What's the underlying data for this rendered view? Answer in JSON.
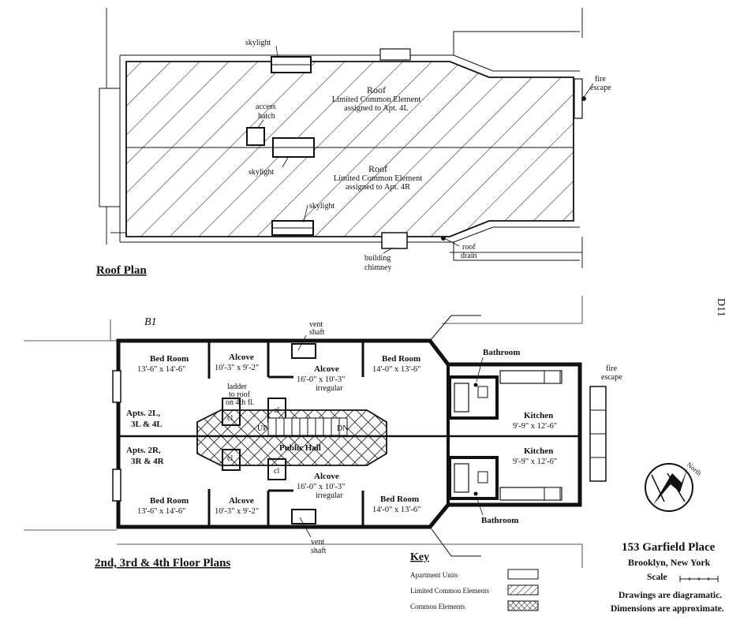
{
  "roof": {
    "title": "Roof Plan",
    "skylight_top": "skylight",
    "access_hatch_1": "access",
    "access_hatch_2": "hatch",
    "skylight_mid": "skylight",
    "skylight_low": "skylight",
    "roof_4l": [
      "Roof",
      "Limited Common Element",
      "assigned to Apt. 4L"
    ],
    "roof_4r": [
      "Roof",
      "Limited Common Element",
      "assigned to Apt. 4R"
    ],
    "fire_escape": [
      "fire",
      "escape"
    ],
    "building_chimney": [
      "building",
      "chimney"
    ],
    "roof_drain": [
      "roof",
      "drain"
    ]
  },
  "floors": {
    "title": "2nd, 3rd & 4th Floor Plans",
    "handwriting": "B1",
    "vent_top": [
      "vent",
      "shaft"
    ],
    "vent_bottom": [
      "vent",
      "shaft"
    ],
    "apts_left": [
      "Apts. 2L,",
      "3L & 4L"
    ],
    "apts_right": [
      "Apts. 2R,",
      "3R & 4R"
    ],
    "bed_tl": [
      "Bed Room",
      "13'-6\" x 14'-6\""
    ],
    "alcove_tl": [
      "Alcove",
      "10'-3\" x 9'-2\""
    ],
    "alcove_tc": [
      "Alcove",
      "16'-0\" x 10'-3\"",
      "irregular"
    ],
    "bed_tr": [
      "Bed Room",
      "14'-0\" x 13'-6\""
    ],
    "bath_top": "Bathroom",
    "kitchen_top": [
      "Kitchen",
      "9'-9\" x 12'-6\""
    ],
    "fire_escape": [
      "fire",
      "escape"
    ],
    "ladder": [
      "ladder",
      "to roof",
      "on 4th fl."
    ],
    "cl_1": "cl",
    "cl_2": "cl",
    "cl_3": "cl",
    "cl_4": "cl",
    "up": "UP",
    "dn": "DN",
    "public_hall": "Public Hall",
    "kitchen_bottom": [
      "Kitchen",
      "9'-9\" x 12'-6\""
    ],
    "alcove_bc": [
      "Alcove",
      "16'-0\" x 10'-3\"",
      "irregular"
    ],
    "bed_bl": [
      "Bed Room",
      "13'-6\" x 14'-6\""
    ],
    "alcove_bl": [
      "Alcove",
      "10'-3\" x 9'-2\""
    ],
    "bed_br": [
      "Bed Room",
      "14'-0\" x 13'-6\""
    ],
    "bath_bottom": "Bathroom",
    "north": "North"
  },
  "key": {
    "title": "Key",
    "items": [
      "Apartment Units",
      "Limited Common Elements",
      "Common Elements"
    ]
  },
  "info": {
    "address": "153 Garfield Place",
    "city": "Brooklyn, New York",
    "scale": "Scale",
    "note1": "Drawings are diagramatic.",
    "note2": "Dimensions are approximate.",
    "page_id": "D11"
  }
}
